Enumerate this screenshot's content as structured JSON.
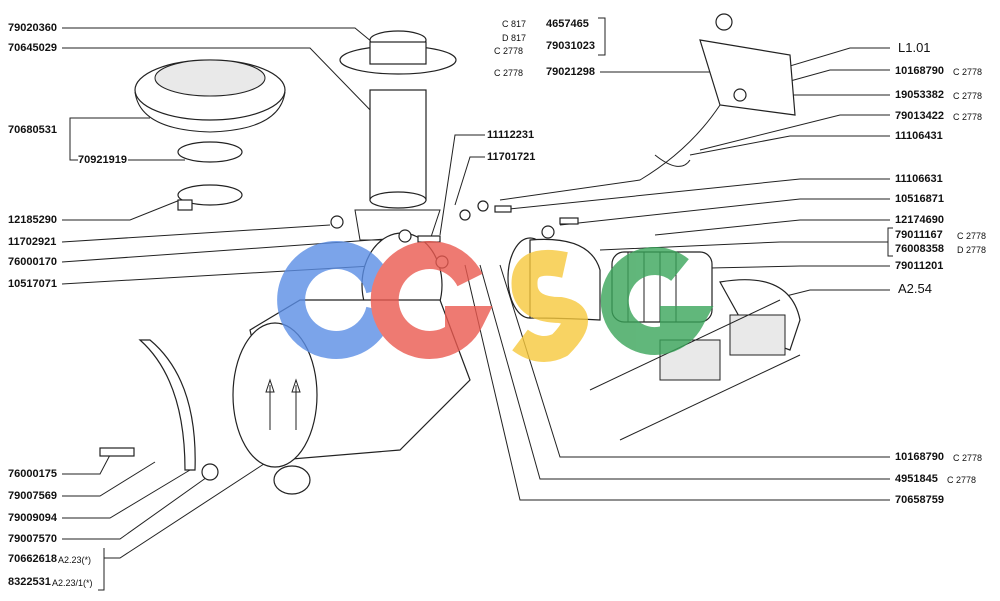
{
  "left_parts": [
    {
      "id": "p1",
      "code": "79020360"
    },
    {
      "id": "p2",
      "code": "70645029"
    },
    {
      "id": "p3",
      "code": "70680531"
    },
    {
      "id": "p4",
      "code": "70921919"
    },
    {
      "id": "p5",
      "code": "12185290"
    },
    {
      "id": "p6",
      "code": "11702921"
    },
    {
      "id": "p7",
      "code": "76000170"
    },
    {
      "id": "p8",
      "code": "10517071"
    },
    {
      "id": "p9",
      "code": "76000175"
    },
    {
      "id": "p10",
      "code": "79007569"
    },
    {
      "id": "p11",
      "code": "79009094"
    },
    {
      "id": "p12",
      "code": "79007570"
    },
    {
      "id": "p13",
      "code": "70662618",
      "suffix": "A2.23(*)"
    },
    {
      "id": "p14",
      "code": "8322531",
      "suffix": "A2.23/1(*)"
    }
  ],
  "center_parts": [
    {
      "id": "c1",
      "code": "11112231"
    },
    {
      "id": "c2",
      "code": "11701721"
    }
  ],
  "top_group": [
    {
      "prefix": "C 817",
      "code": "4657465"
    },
    {
      "prefix": "D 817",
      "code": ""
    },
    {
      "prefix": "C 2778",
      "code": "79031023"
    },
    {
      "prefix": "C 2778",
      "code": "79021298"
    }
  ],
  "right_parts": [
    {
      "id": "r1",
      "code": "10168790",
      "suffix": "C 2778"
    },
    {
      "id": "r2",
      "code": "19053382",
      "suffix": "C 2778"
    },
    {
      "id": "r3",
      "code": "79013422",
      "suffix": "C 2778"
    },
    {
      "id": "r4",
      "code": "11106431",
      "suffix": ""
    },
    {
      "id": "r5",
      "code": "11106631",
      "suffix": ""
    },
    {
      "id": "r6",
      "code": "10516871",
      "suffix": ""
    },
    {
      "id": "r7",
      "code": "12174690",
      "suffix": ""
    },
    {
      "id": "r8",
      "code": "79011167",
      "suffix": "C 2778"
    },
    {
      "id": "r9",
      "code": "76008358",
      "suffix": "D 2778"
    },
    {
      "id": "r10",
      "code": "79011201",
      "suffix": ""
    },
    {
      "id": "r11",
      "code": "10168790",
      "suffix": "C 2778"
    },
    {
      "id": "r12",
      "code": "4951845",
      "suffix": "C 2778"
    },
    {
      "id": "r13",
      "code": "70658759",
      "suffix": ""
    }
  ],
  "references": {
    "top": "L1.01",
    "mid": "A2.54"
  },
  "colors": {
    "blue": "#5b8ee6",
    "red": "#ea5a50",
    "yellow": "#f7c93d",
    "green": "#3aa55a",
    "line": "#222222"
  }
}
